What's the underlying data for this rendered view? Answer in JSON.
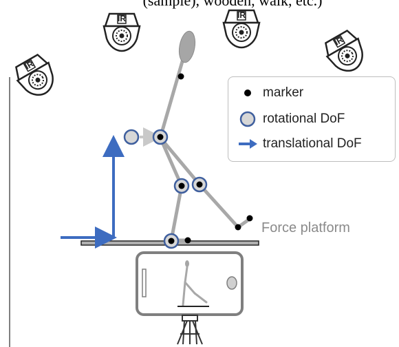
{
  "caption_fragment": "(sample), wooden, walk, etc.)",
  "cameras": [
    {
      "label": "IR",
      "icon": "ir-camera-icon"
    },
    {
      "label": "IR",
      "icon": "ir-camera-icon"
    },
    {
      "label": "IR",
      "icon": "ir-camera-icon"
    },
    {
      "label": "IR",
      "icon": "ir-camera-icon"
    }
  ],
  "legend": {
    "items": [
      {
        "label": "marker",
        "icon": "black-dot-icon"
      },
      {
        "label": "rotational DoF",
        "icon": "circle-icon"
      },
      {
        "label": "translational DoF",
        "icon": "arrow-icon"
      }
    ]
  },
  "platform_label": "Force platform",
  "colors": {
    "segment": "#a8a8a8",
    "joint_fill": "#d7d7d7",
    "joint_ring": "#3f5f9e",
    "translational_arrow": "#3d6cc0",
    "marker": "#000000",
    "device_frame": "#7f7f7f"
  }
}
